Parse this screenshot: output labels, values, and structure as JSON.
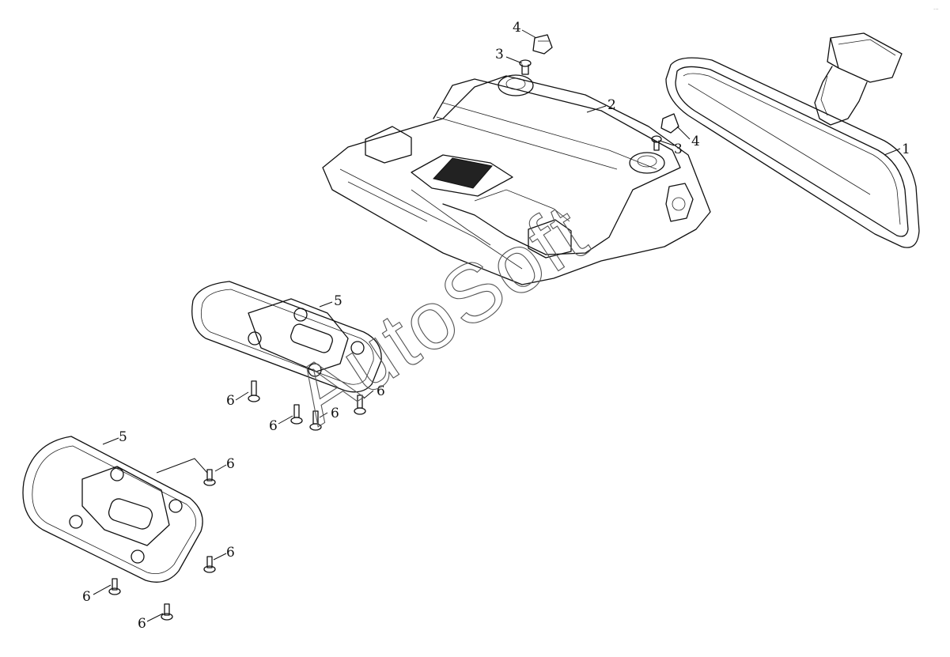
{
  "diagram": {
    "watermark": "AutoSoft",
    "corner_mark": "..."
  },
  "callouts": {
    "mirror": "1",
    "overhead_console": "2",
    "screw_3_top": "3",
    "clip_4_top": "4",
    "screw_3_right": "3",
    "clip_4_right": "4",
    "lamp_upper": "5",
    "lamp_lower": "5",
    "screw_upper_a": "6",
    "screw_upper_b": "6",
    "screw_upper_c": "6",
    "screw_upper_d": "6",
    "screw_lower_a": "6",
    "screw_lower_b": "6",
    "screw_lower_c": "6",
    "screw_lower_d": "6"
  }
}
